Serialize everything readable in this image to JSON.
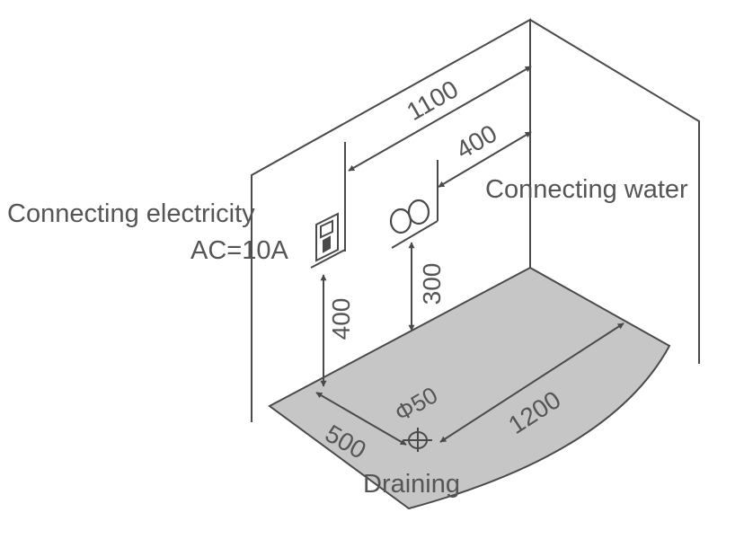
{
  "labels": {
    "connecting_electricity": "Connecting electricity",
    "ac_rating": "AC=10A",
    "connecting_water": "Connecting water",
    "draining": "Draining"
  },
  "dimensions": {
    "width_total": "1100",
    "water_offset": "400",
    "socket_height": "400",
    "water_height": "300",
    "drain_offset": "500",
    "tray_length": "1200",
    "drain_diameter": "Φ50"
  },
  "colors": {
    "line": "#4a4a4a",
    "tray_fill": "#c6c6c6",
    "text": "#555555",
    "background": "#ffffff"
  },
  "icons": [
    "electrical-socket-icon",
    "water-valves-icon",
    "drain-symbol-icon"
  ]
}
